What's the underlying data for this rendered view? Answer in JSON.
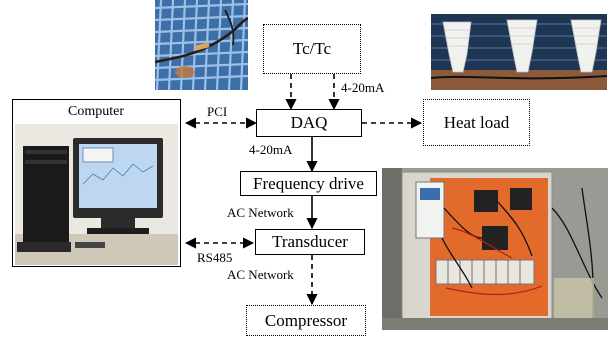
{
  "nodes": {
    "tc": "Tc/Tc",
    "daq": "DAQ",
    "heat_load": "Heat load",
    "frequency_drive": "Frequency drive",
    "transducer": "Transducer",
    "compressor": "Compressor",
    "computer": "Computer"
  },
  "edge_labels": {
    "tc_daq": "4-20mA",
    "pci": "PCI",
    "daq_fd": "4-20mA",
    "fd_transducer": "AC Network",
    "rs485": "RS485",
    "transducer_compressor": "AC Network"
  }
}
